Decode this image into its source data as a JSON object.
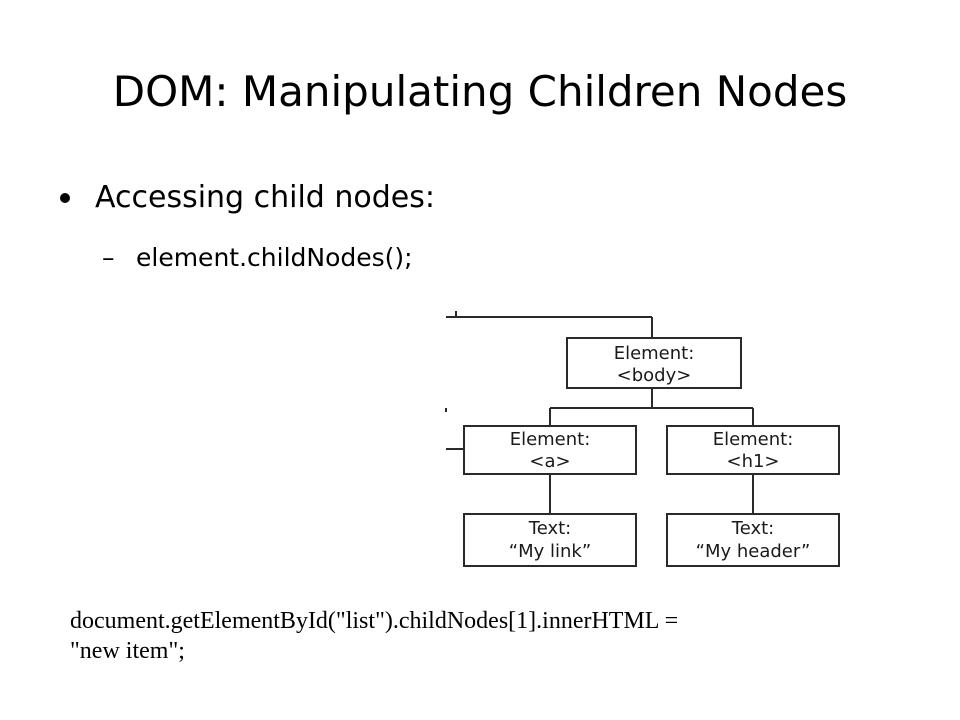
{
  "slide": {
    "title": "DOM: Manipulating Children Nodes",
    "bullet": "Accessing child nodes:",
    "sub_dash": "–",
    "sub_bullet": "element.childNodes();",
    "code_line1": "document.getElementById(\"list\").childNodes[1].innerHTML =",
    "code_line2": "\"new item\";"
  },
  "diagram": {
    "body_node": {
      "line1": "Element:",
      "line2": "<body>"
    },
    "a_node": {
      "line1": "Element:",
      "line2": "<a>"
    },
    "h1_node": {
      "line1": "Element:",
      "line2": "<h1>"
    },
    "a_text_node": {
      "line1": "Text:",
      "line2": "“My link”"
    },
    "h1_text_node": {
      "line1": "Text:",
      "line2": "“My header”"
    }
  }
}
